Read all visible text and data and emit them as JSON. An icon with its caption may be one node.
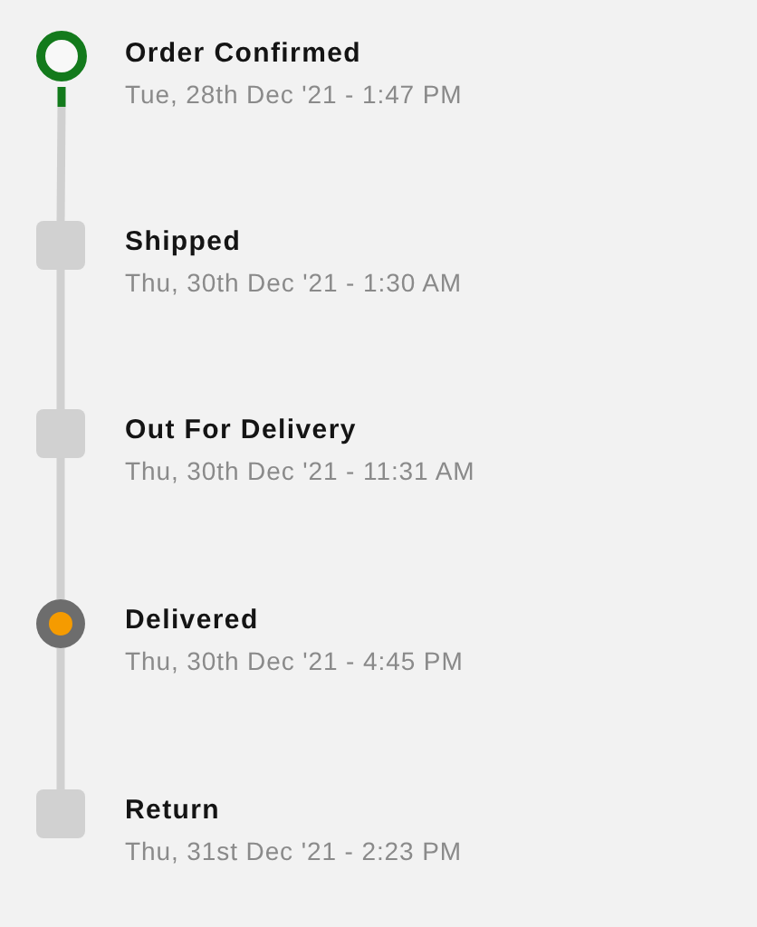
{
  "diagram": {
    "nodes": [
      {
        "text": [],
        "shape": "ring",
        "beside": [
          "Order Confirmed",
          "Tue, 28th Dec '21 - 1:47 PM"
        ]
      },
      {
        "text": [],
        "shape": "box",
        "beside": [
          "Shipped",
          "Thu, 30th Dec '21 - 1:30 AM"
        ]
      },
      {
        "text": [],
        "shape": "box",
        "beside": [
          "Out For Delivery",
          "Thu, 30th Dec '21 - 11:31 AM"
        ]
      },
      {
        "text": [],
        "shape": "circle",
        "beside": [
          "Delivered",
          "Thu, 30th Dec '21 - 4:45 PM"
        ]
      },
      {
        "text": [],
        "shape": "box",
        "beside": [
          "Return",
          "Thu, 31st Dec '21 - 2:23 PM"
        ]
      }
    ],
    "edges": [
      {
        "from": 0,
        "to": 1,
        "arrow": "none"
      },
      {
        "from": 1,
        "to": 2,
        "arrow": "none"
      },
      {
        "from": 2,
        "to": 3,
        "arrow": "none"
      },
      {
        "from": 3,
        "to": 4,
        "arrow": "none"
      }
    ]
  }
}
